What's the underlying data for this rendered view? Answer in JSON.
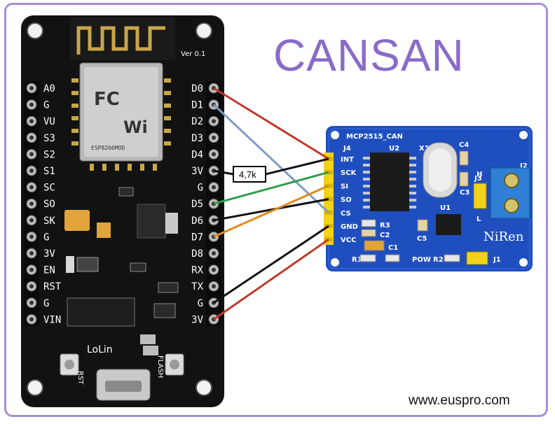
{
  "title": "CANSAN",
  "website": "www.euspro.com",
  "resistor_label": "4,7k",
  "nodemcu": {
    "version": "Ver 0.1",
    "brand": "LoLin",
    "rst_button": "RST",
    "flash_button": "FLASH",
    "module_text": "ESP8266MOD",
    "left_pins": [
      "A0",
      "G",
      "VU",
      "S3",
      "S2",
      "S1",
      "SC",
      "SO",
      "SK",
      "G",
      "3V",
      "EN",
      "RST",
      "G",
      "VIN"
    ],
    "right_pins": [
      "D0",
      "D1",
      "D2",
      "D3",
      "D4",
      "3V",
      "G",
      "D5",
      "D6",
      "D7",
      "D8",
      "RX",
      "TX",
      "G",
      "3V"
    ]
  },
  "can_module": {
    "board_title": "MCP2515_CAN",
    "header_label": "J4",
    "pins": [
      "INT",
      "SCK",
      "SI",
      "SO",
      "CS",
      "GND",
      "VCC"
    ],
    "labels": {
      "u2": "U2",
      "x1": "X1",
      "c4": "C4",
      "c3": "C3",
      "j3": "J3",
      "j2": "J2",
      "h": "H",
      "l": "L",
      "u1": "U1",
      "r3": "R3",
      "c2": "C2",
      "c1": "C1",
      "c5": "C5",
      "r1": "R1",
      "pow": "POW",
      "r2": "R2",
      "j1": "J1",
      "brand": "NiRen"
    }
  },
  "wires": [
    {
      "from": "D0",
      "to": "INT",
      "color": "#c0392b"
    },
    {
      "from": "D1",
      "to": "CS",
      "color": "#7f9cc7"
    },
    {
      "from": "D5",
      "to": "SCK",
      "color": "#2e9e4f"
    },
    {
      "from": "D6",
      "to": "SO",
      "color": "#111111"
    },
    {
      "from": "D7",
      "to": "SI",
      "color": "#e08a1e"
    },
    {
      "from": "G",
      "to": "GND",
      "color": "#111111"
    },
    {
      "from": "3V",
      "to": "VCC",
      "color": "#c0392b"
    },
    {
      "from": "3V",
      "to": "INT",
      "color": "#111111",
      "via": "4,7k"
    }
  ]
}
